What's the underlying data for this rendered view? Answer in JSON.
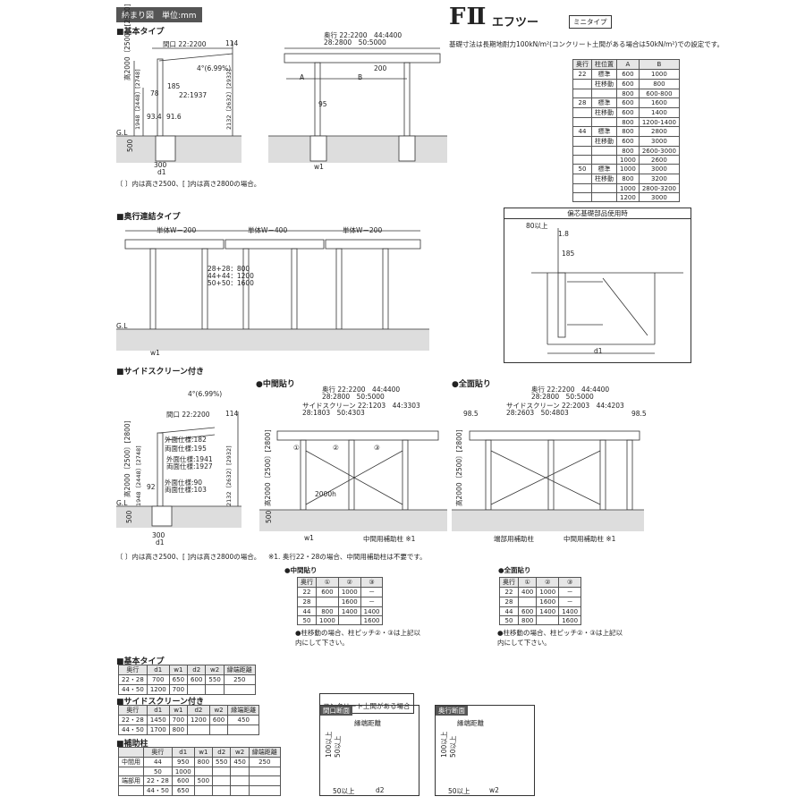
{
  "header": {
    "unit_tag": "納まり図　単位:mm",
    "product": "FⅡ",
    "product_kana": "エフツー",
    "product_type": "ミニタイプ",
    "foundation_note": "基礎寸法は長期地耐力100kN/m²(コンクリート土間がある場合は50kN/m²)での設定です。"
  },
  "basic": {
    "title": "■基本タイプ",
    "dim_width": "間口 22:2200",
    "dim_114": "114",
    "slope": "4°(6.99%)",
    "dim_185": "185",
    "dim_78": "78",
    "dim_1937": "22:1937",
    "dim_934": "93.4",
    "dim_916": "91.6",
    "dim_h": "高2000〔2500〕[2800]",
    "dim_1948": "1948〔2448〕[2748]",
    "dim_2132": "2132〔2632〕[2932]",
    "gl": "G.L",
    "dim_500": "500",
    "dim_300": "300",
    "dim_d1": "d1",
    "depth_dims": "奥行 22:2200　44:4400\n28:2800　50:5000",
    "dim_200": "200",
    "dim_A": "A",
    "dim_B": "B",
    "dim_95": "95",
    "dim_w1": "w1",
    "note": "〔 〕内は高さ2500、[ ]内は高さ2800の場合。"
  },
  "ab_table": {
    "headers": [
      "奥行",
      "柱位置",
      "A",
      "B"
    ],
    "rows": [
      [
        "22",
        "標準",
        "600",
        "1000"
      ],
      [
        "",
        "柱移動",
        "600",
        "800"
      ],
      [
        "",
        "",
        "800",
        "600-800"
      ],
      [
        "28",
        "標準",
        "600",
        "1600"
      ],
      [
        "",
        "柱移動",
        "600",
        "1400"
      ],
      [
        "",
        "",
        "800",
        "1200-1400"
      ],
      [
        "44",
        "標準",
        "800",
        "2800"
      ],
      [
        "",
        "柱移動",
        "600",
        "3000"
      ],
      [
        "",
        "",
        "800",
        "2600-3000"
      ],
      [
        "",
        "",
        "1000",
        "2600"
      ],
      [
        "50",
        "標準",
        "1000",
        "3000"
      ],
      [
        "",
        "柱移動",
        "800",
        "3200"
      ],
      [
        "",
        "",
        "1000",
        "2800-3200"
      ],
      [
        "",
        "",
        "1200",
        "3000"
      ]
    ]
  },
  "sidebox": {
    "title": "偏芯基礎部品使用時",
    "dim_80": "80以上",
    "dim_18": "1.8",
    "dim_185": "185",
    "dim_d1": "d1"
  },
  "linked": {
    "title": "■奥行連結タイプ",
    "dim_left": "単体W－200",
    "dim_mid": "単体W－400",
    "dim_right": "単体W－200",
    "gaps": "28+28：800\n44+44：1200\n50+50：1600",
    "gl": "G.L",
    "w1": "w1"
  },
  "screen": {
    "title": "■サイドスクリーン付き",
    "slope": "4°(6.99%)",
    "dim_width": "間口 22:2200",
    "dim_114": "114",
    "outer182": "外面仕様:182",
    "both195": "両面仕様:195",
    "outer1941": "外面仕様:1941",
    "both1927": "両面仕様:1927",
    "outer90": "外面仕様:90",
    "both103": "両面仕様:103",
    "dim_92": "92",
    "dim_h": "高2000〔2500〕[2800]",
    "dim_1948": "1948〔2448〕[2748]",
    "dim_2132": "2132〔2632〕[2932]",
    "gl": "G.L",
    "dim_500": "500",
    "dim_300": "300",
    "dim_d1": "d1",
    "note": "〔 〕内は高さ2500、[ ]内は高さ2800の場合。"
  },
  "middle": {
    "title": "●中間貼り",
    "depth": "奥行 22:2200　44:4400\n28:2800　50:5000",
    "screen": "サイドスクリーン 22:1203　44:3303\n28:1803　50:4303",
    "c1": "①",
    "c2": "②",
    "c3": "③",
    "dim_200": "2000h",
    "dim_h": "高2000〔2500〕[2800]",
    "dim_500": "500",
    "w1": "w1",
    "support": "中間用補助柱 ※1",
    "note": "※1. 奥行22・28の場合、中間用補助柱は不要です。"
  },
  "full": {
    "title": "●全面貼り",
    "depth": "奥行 22:2200　44:4400\n28:2800　50:5000",
    "screen": "サイドスクリーン 22:2003　44:4203\n28:2603　50:4803",
    "dim_985": "98.5",
    "dim_h": "高2000〔2500〕[2800]",
    "support_end": "端部用補助柱",
    "support_mid": "中間用補助柱 ※1"
  },
  "mid_table": {
    "title": "●中間貼り",
    "headers": [
      "奥行",
      "①",
      "②",
      "③"
    ],
    "rows": [
      [
        "22",
        "600",
        "1000",
        "－"
      ],
      [
        "28",
        "",
        "1600",
        "－"
      ],
      [
        "44",
        "800",
        "1400",
        "1400"
      ],
      [
        "50",
        "1000",
        "",
        "1600"
      ]
    ],
    "note": "●柱移動の場合、柱ピッチ②・③は上記以内にして下さい。"
  },
  "full_table": {
    "title": "●全面貼り",
    "headers": [
      "奥行",
      "①",
      "②",
      "③"
    ],
    "rows": [
      [
        "22",
        "400",
        "1000",
        "－"
      ],
      [
        "28",
        "",
        "1600",
        "－"
      ],
      [
        "44",
        "600",
        "1400",
        "1400"
      ],
      [
        "50",
        "800",
        "",
        "1600"
      ]
    ],
    "note": "●柱移動の場合、柱ピッチ②・③は上記以内にして下さい。"
  },
  "basic_table": {
    "title": "■基本タイプ",
    "headers": [
      "奥行",
      "d1",
      "w1",
      "d2",
      "w2",
      "縁端距離"
    ],
    "rows": [
      [
        "22・28",
        "700",
        "650",
        "600",
        "550",
        "250"
      ],
      [
        "44・50",
        "1200",
        "700",
        "",
        "",
        ""
      ]
    ]
  },
  "screen_table": {
    "title": "■サイドスクリーン付き",
    "headers": [
      "奥行",
      "d1",
      "w1",
      "d2",
      "w2",
      "縁端距離"
    ],
    "rows": [
      [
        "22・28",
        "1450",
        "700",
        "1200",
        "600",
        "450"
      ],
      [
        "44・50",
        "1700",
        "800",
        "",
        "",
        ""
      ]
    ]
  },
  "support_table": {
    "title": "■補助柱",
    "headers": [
      "",
      "奥行",
      "d1",
      "w1",
      "d2",
      "w2",
      "縁端距離"
    ],
    "rows": [
      [
        "中間用",
        "44",
        "950",
        "800",
        "550",
        "450",
        "250"
      ],
      [
        "",
        "50",
        "1000",
        "",
        "",
        "",
        ""
      ],
      [
        "端部用",
        "22・28",
        "600",
        "500",
        "",
        "",
        ""
      ],
      [
        "",
        "44・50",
        "650",
        "",
        "",
        "",
        ""
      ]
    ]
  },
  "concrete": {
    "title": "コンクリート土間がある場合",
    "front_title": "間口断面",
    "side_title": "奥行断面",
    "edge": "縁端距離",
    "dim_100": "100以上",
    "dim_50": "50以上",
    "d2": "d2",
    "w2": "w2"
  }
}
